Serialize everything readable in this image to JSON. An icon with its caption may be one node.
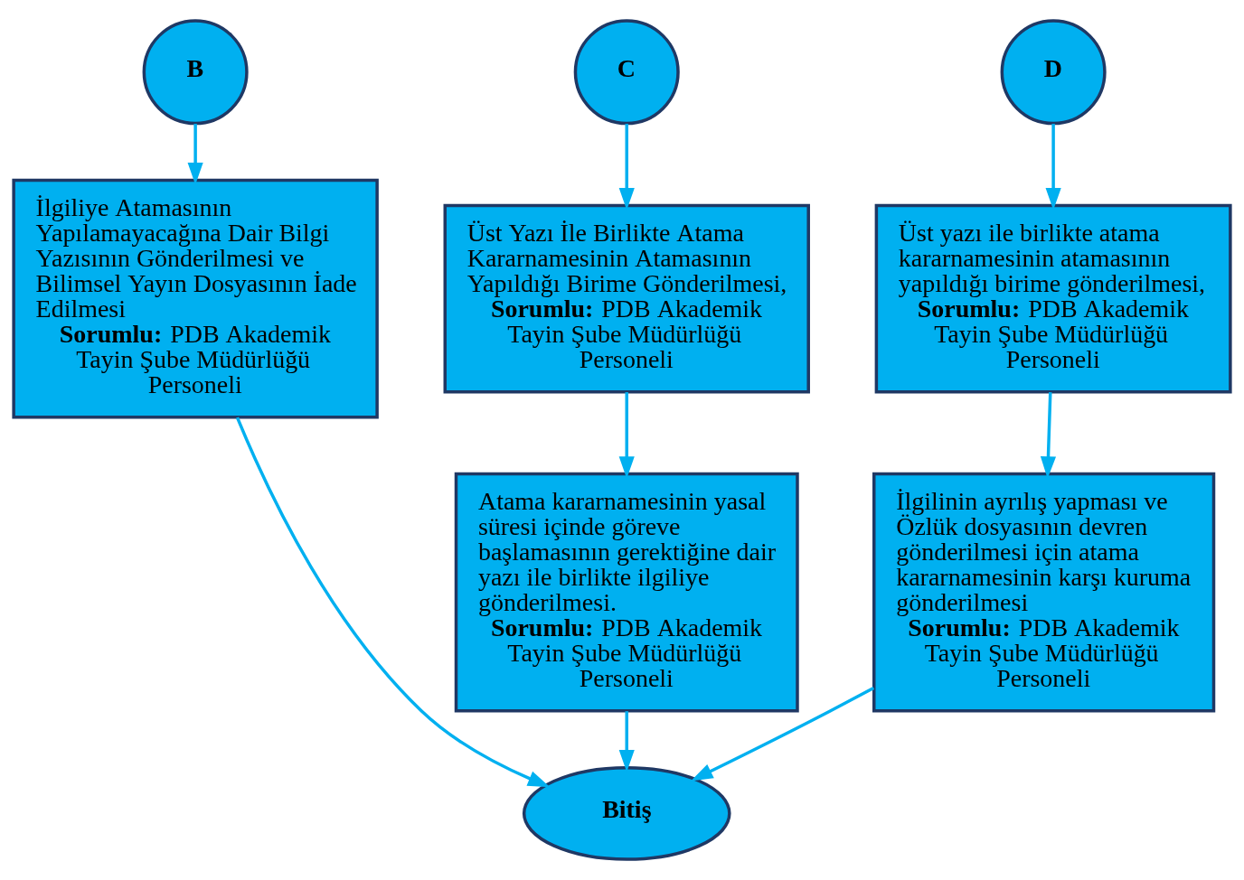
{
  "diagram": {
    "nodes": [
      {
        "text": [
          "B"
        ]
      },
      {
        "text": [
          "C"
        ]
      },
      {
        "text": [
          "D"
        ]
      },
      {
        "text": [
          "İlgiliye Atamasının Yapılamayacağına Dair Bilgi Yazısının Gönderilmesi ve Bilimsel Yayın Dosyasının İade Edilmesi",
          "**Sorumlu:** PDB Akademik Tayin Şube Müdürlüğü Personeli"
        ]
      },
      {
        "text": [
          "Üst Yazı İle Birlikte Atama Kararnamesinin Atamasının Yapıldığı Birime Gönderilmesi,",
          "**Sorumlu:** PDB Akademik Tayin Şube Müdürlüğü Personeli"
        ]
      },
      {
        "text": [
          "Üst yazı ile birlikte atama kararnamesinin atamasının yapıldığı birime gönderilmesi,",
          "**Sorumlu:** PDB Akademik Tayin Şube Müdürlüğü Personeli"
        ]
      },
      {
        "text": [
          "Atama kararnamesinin yasal süresi içinde göreve başlamasının gerektiğine dair yazı ile birlikte ilgiliye gönderilmesi.",
          "**Sorumlu:** PDB Akademik Tayin Şube Müdürlüğü Personeli"
        ]
      },
      {
        "text": [
          "İlgilinin ayrılış yapması ve Özlük dosyasının devren gönderilmesi için atama kararnamesinin karşı kuruma gönderilmesi",
          "**Sorumlu:** PDB Akademik Tayin Şube Müdürlüğü Personeli"
        ]
      },
      {
        "text": [
          "Bitiş"
        ]
      }
    ],
    "edges": [
      {
        "from": 0,
        "to": 3,
        "arrow": "to"
      },
      {
        "from": 1,
        "to": 4,
        "arrow": "to"
      },
      {
        "from": 2,
        "to": 5,
        "arrow": "to"
      },
      {
        "from": 4,
        "to": 6,
        "arrow": "to"
      },
      {
        "from": 5,
        "to": 7,
        "arrow": "to"
      },
      {
        "from": 3,
        "to": 8,
        "arrow": "to"
      },
      {
        "from": 6,
        "to": 8,
        "arrow": "to"
      },
      {
        "from": 7,
        "to": 8,
        "arrow": "to"
      }
    ]
  }
}
